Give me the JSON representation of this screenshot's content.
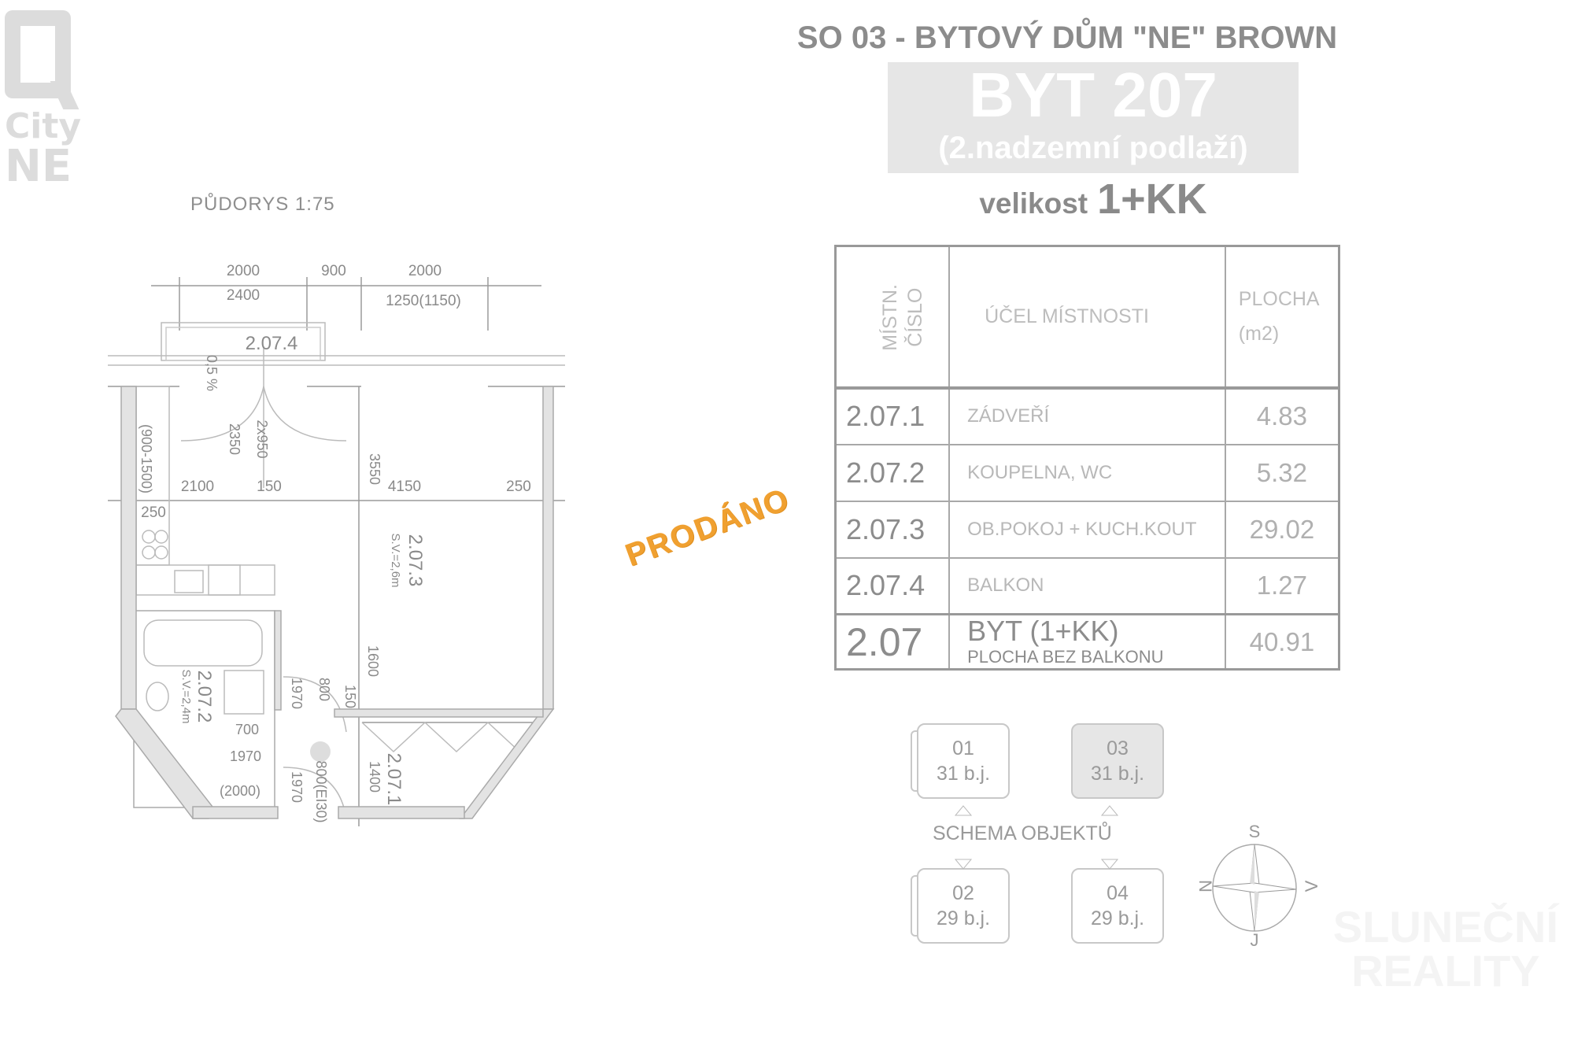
{
  "logo": {
    "brand_top": "City",
    "brand_bottom": "NE"
  },
  "plan": {
    "title": "PŮDORYS 1:75",
    "dims": {
      "d2000a": "2000",
      "d900": "900",
      "d2000b": "2000",
      "d2400": "2400",
      "d1250": "1250(1150)",
      "d2100": "2100",
      "d150a": "150",
      "d4150": "4150",
      "d250a": "250",
      "d250b": "250",
      "d3550": "3550",
      "d2350": "2350",
      "d2x950": "2x950",
      "d900_1500": "(900-1500)",
      "d1600": "1600",
      "d1970a": "1970",
      "d800a": "800",
      "d150b": "150",
      "d700": "700",
      "d1970b": "1970",
      "d2000c": "(2000)",
      "d1970c": "1970",
      "d800b": "800(EI30)",
      "d1400": "1400",
      "slope": "0,5 %"
    },
    "rooms": {
      "r4": "2.07.4",
      "r3": "2.07.3",
      "r3h": "S.V.=2,6m",
      "r2": "2.07.2",
      "r2h": "S.V.=2,4m",
      "r1": "2.07.1"
    }
  },
  "header": {
    "project": "SO 03 - BYTOVÝ DŮM \"NE\" BROWN",
    "unit": "BYT 207",
    "floor": "(2.nadzemní podlaží)",
    "size_label": "velikost",
    "size": "1+KK"
  },
  "table": {
    "headers": {
      "number_line1": "MÍSTN.",
      "number_line2": "ČÍSLO",
      "purpose": "ÚČEL MÍSTNOSTI",
      "area_line1": "PLOCHA",
      "area_line2": "(m2)"
    },
    "rows": [
      {
        "number": "2.07.1",
        "purpose": "ZÁDVEŘÍ",
        "area": "4.83"
      },
      {
        "number": "2.07.2",
        "purpose": "KOUPELNA, WC",
        "area": "5.32"
      },
      {
        "number": "2.07.3",
        "purpose": "OB.POKOJ + KUCH.KOUT",
        "area": "29.02"
      },
      {
        "number": "2.07.4",
        "purpose": "BALKON",
        "area": "1.27"
      }
    ],
    "total": {
      "number": "2.07",
      "purpose": "BYT (1+KK)",
      "note": "PLOCHA BEZ BALKONU",
      "area": "40.91"
    }
  },
  "status": "PRODÁNO",
  "schema": {
    "label": "SCHEMA OBJEKTŮ",
    "buildings": [
      {
        "id": "01",
        "units": "31 b.j."
      },
      {
        "id": "03",
        "units": "31 b.j.",
        "selected": true
      },
      {
        "id": "02",
        "units": "29 b.j."
      },
      {
        "id": "04",
        "units": "29 b.j."
      }
    ],
    "compass": {
      "n": "S",
      "s": "J",
      "w": "N",
      "e": "V"
    }
  },
  "watermark": {
    "line1": "SLUNEČNÍ",
    "line2": "REALITY"
  },
  "colors": {
    "status": "#f0a030",
    "box": "#e6e6e6",
    "text": "#8a8a8a"
  }
}
